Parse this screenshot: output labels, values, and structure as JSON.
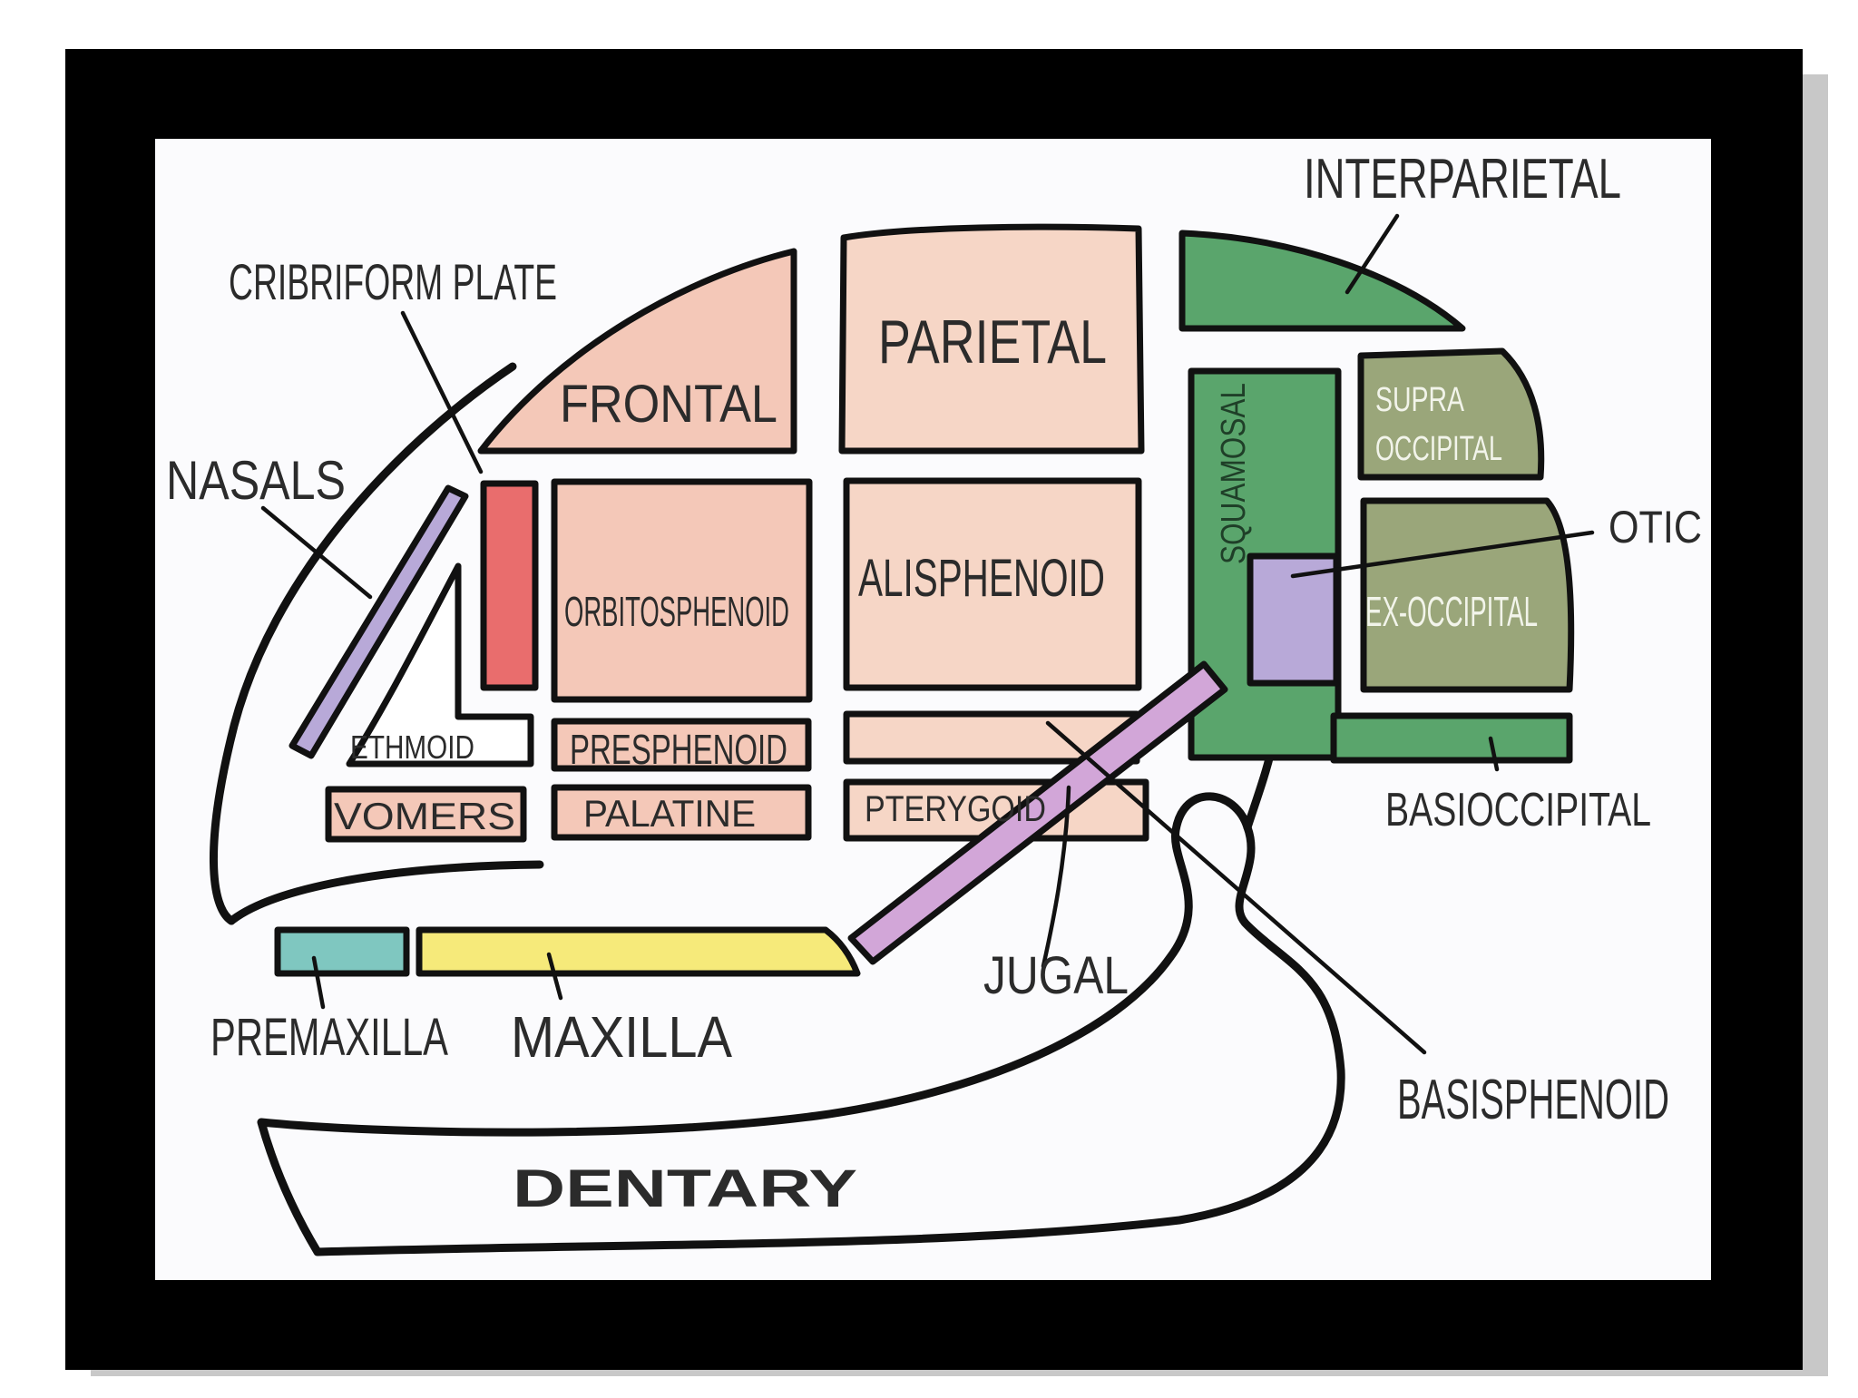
{
  "colors": {
    "frame": "#000000",
    "frame_shadow": "#9a9a9a",
    "canvas": "#fbfbfd",
    "peach": "#f4c8b8",
    "light_peach": "#f6d6c6",
    "coral": "#e96d6d",
    "dark_green": "#5aa56c",
    "olive_green": "#9aa67a",
    "lavender": "#b8a9d8",
    "pink_lavender": "#d2a6d8",
    "teal": "#7fc7c0",
    "yellow": "#f6ea7a",
    "outline": "#111111",
    "label": "#2b2b2b",
    "label_light": "#f2f4ea"
  },
  "labels": {
    "interparietal": "INTERPARIETAL",
    "cribriform_plate": "CRIBRIFORM PLATE",
    "nasals": "NASALS",
    "frontal": "FRONTAL",
    "parietal": "PARIETAL",
    "squamosal": "SQUAMOSAL",
    "supra_line1": "SUPRA",
    "supra_line2": "OCCIPITAL",
    "otic": "OTIC",
    "orbitosphenoid": "ORBITOSPHENOID",
    "alisphenoid": "ALISPHENOID",
    "ex_occipital": "EX-OCCIPITAL",
    "ethmoid": "ETHMOID",
    "presphenoid": "PRESPHENOID",
    "vomers": "VOMERS",
    "palatine": "PALATINE",
    "pterygoid": "PTERYGOID",
    "basioccipital": "BASIOCCIPITAL",
    "jugal": "JUGAL",
    "premaxilla": "PREMAXILLA",
    "maxilla": "MAXILLA",
    "basisphenoid": "BASISPHENOID",
    "dentary": "DENTARY"
  }
}
